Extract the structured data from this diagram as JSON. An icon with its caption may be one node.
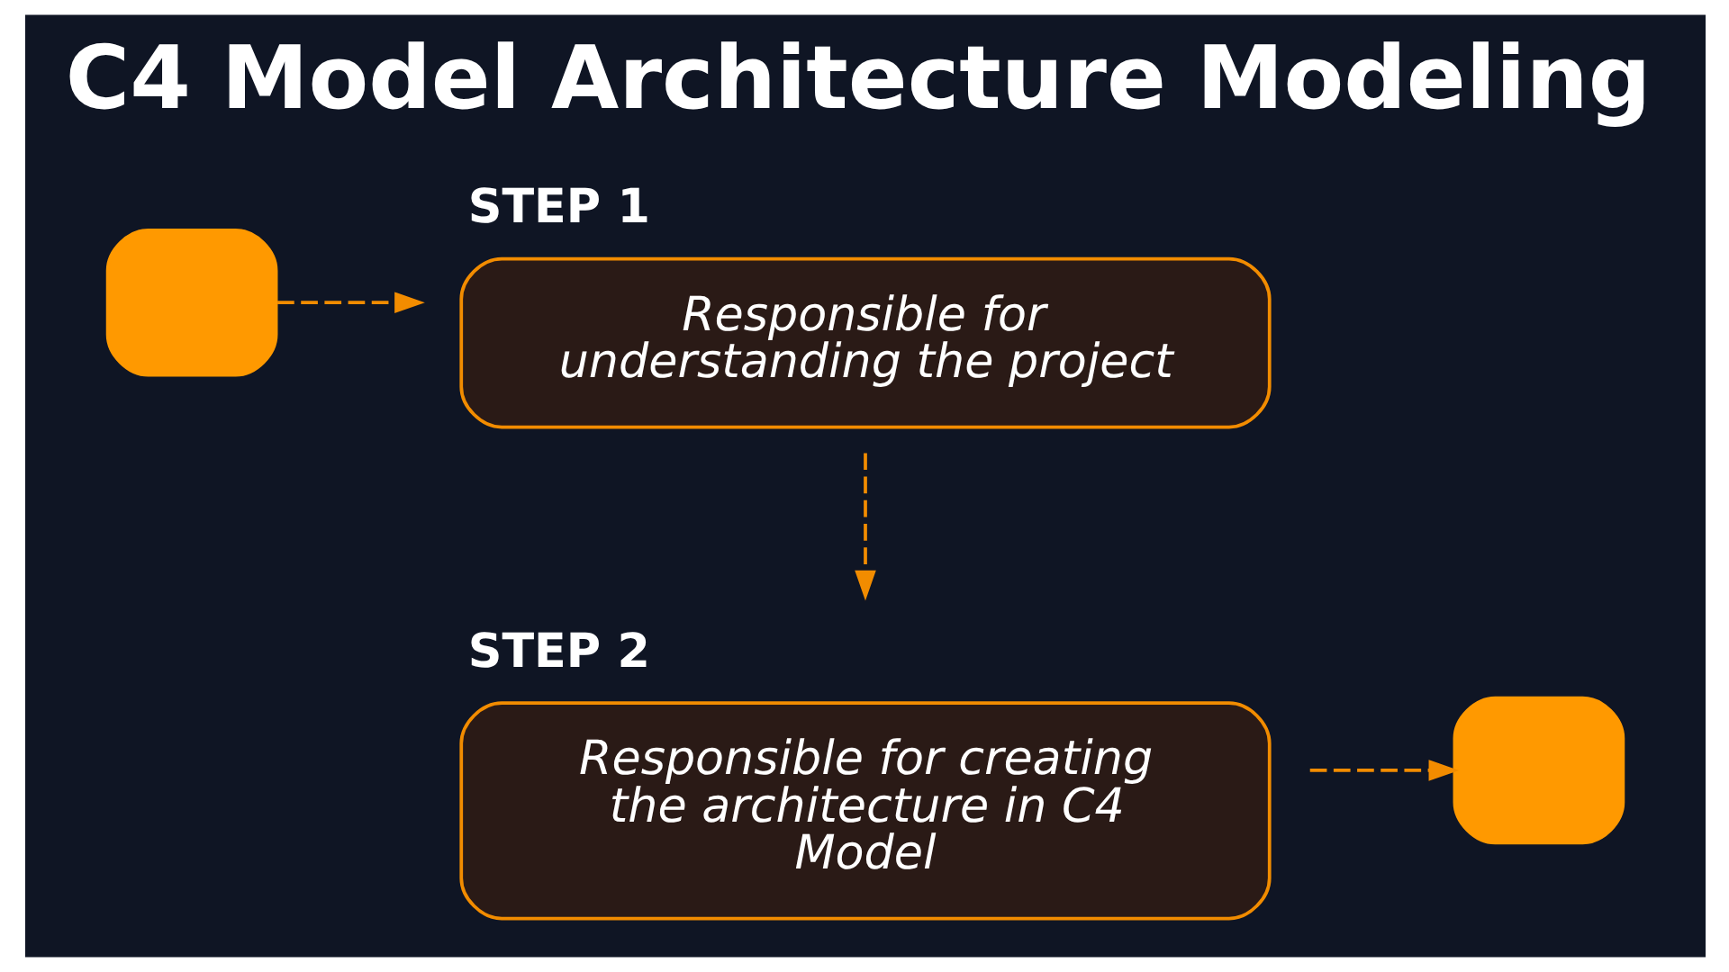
{
  "diagram": {
    "title": "C4 Model Architecture Modeling",
    "nodes": [
      {
        "text": [],
        "shape": "box"
      },
      {
        "text": [
          "STEP 1",
          "Responsible for understanding the project"
        ]
      },
      {
        "text": [
          "STEP 2",
          "Responsible for creating the architecture in C4 Model"
        ]
      },
      {
        "text": [],
        "shape": "box"
      }
    ],
    "edges": [
      {
        "from": 0,
        "to": 1,
        "arrow": "to",
        "style": "dashed"
      },
      {
        "from": 1,
        "to": 2,
        "arrow": "to",
        "style": "dashed"
      },
      {
        "from": 2,
        "to": 3,
        "arrow": "to",
        "style": "dashed"
      }
    ]
  }
}
